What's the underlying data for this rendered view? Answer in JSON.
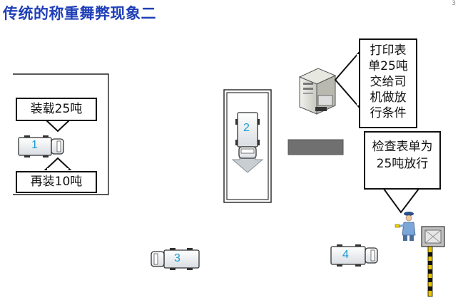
{
  "title": "传统的称重舞弊现象二",
  "corner_mark": "3",
  "callouts": {
    "load_25": "装载25吨",
    "reload_10": "再装10吨",
    "print_list": [
      "打印表",
      "单25吨",
      "交给司",
      "机做放",
      "行条件"
    ],
    "check_list": [
      "检查表单为",
      "25吨放行"
    ]
  },
  "trucks": [
    "1",
    "2",
    "3",
    "4"
  ],
  "colors": {
    "title": "#1f3fb8",
    "truck_number": "#1a9ad6",
    "scale_bar": "#707070",
    "barrier_pole": "#e8c400"
  }
}
